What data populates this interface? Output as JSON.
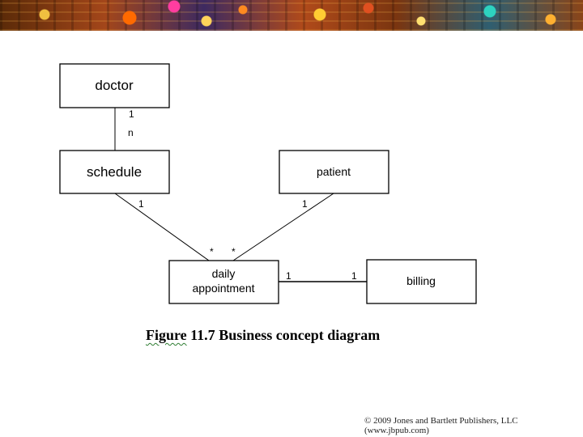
{
  "diagram": {
    "boxes": {
      "doctor": "doctor",
      "schedule": "schedule",
      "patient": "patient",
      "appointment_line1": "daily",
      "appointment_line2": "appointment",
      "billing": "billing"
    },
    "multiplicities": {
      "doctor_end": "1",
      "schedule_end": "n",
      "schedule_to_appt": "1",
      "patient_to_appt": "1",
      "appt_from_schedule": "*",
      "appt_from_patient": "*",
      "appt_to_billing": "1",
      "billing_end": "1"
    }
  },
  "caption": {
    "label": "Figure",
    "number": "11.7",
    "title": "Business concept diagram"
  },
  "footer": {
    "copyright": "© 2009 Jones and Bartlett Publishers, LLC (www.jbpub.com)"
  }
}
